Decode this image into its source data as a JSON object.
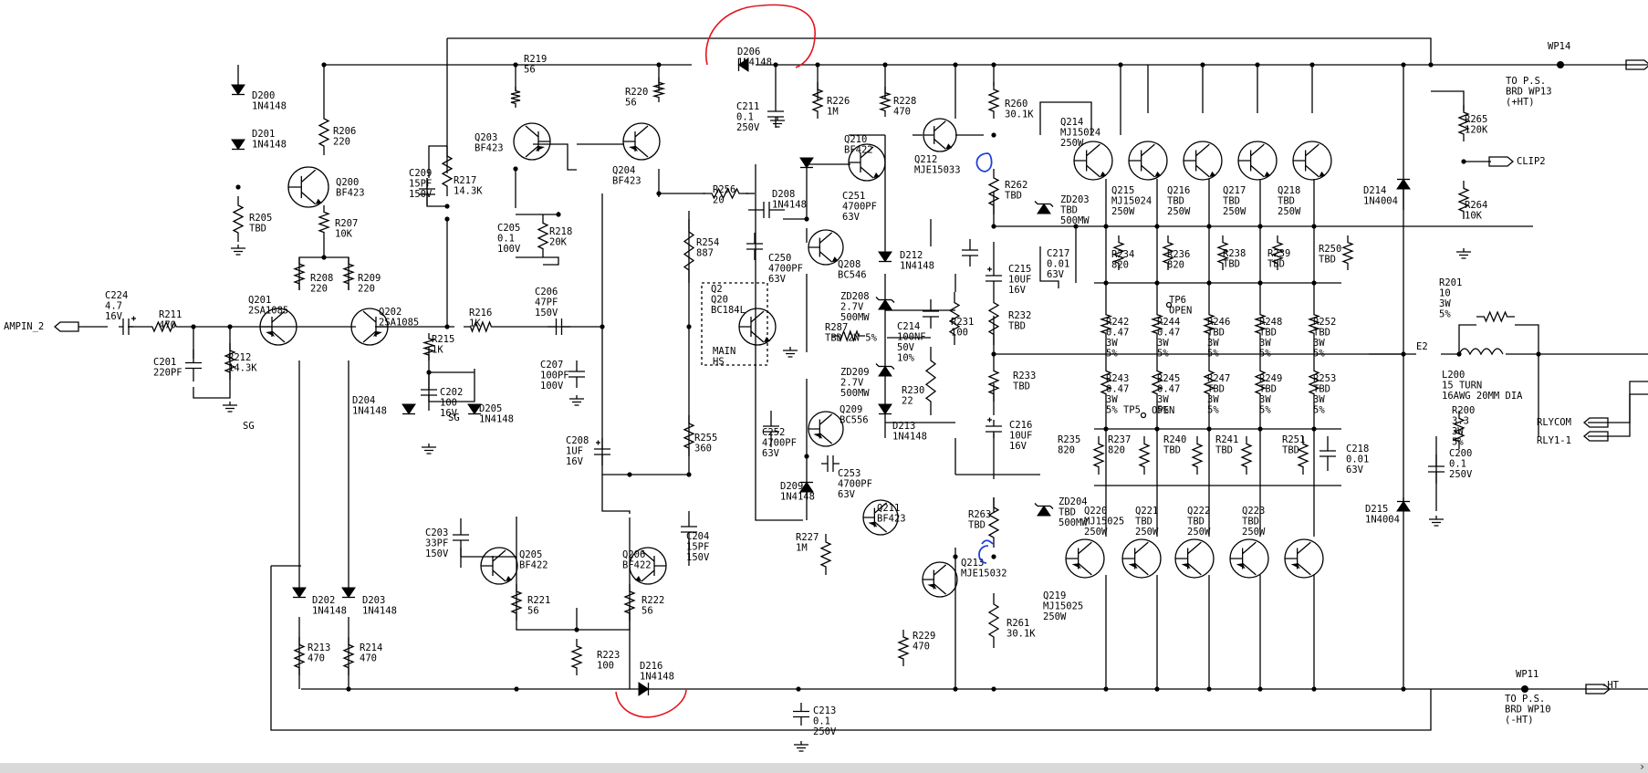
{
  "labels": [
    [
      "D206",
      "1N4148"
    ],
    [
      "WP14"
    ],
    [
      "TO P.S.",
      "BRD WP13",
      "(+HT)"
    ],
    [
      "R219",
      "56"
    ],
    [
      "R220",
      "56"
    ],
    [
      "R226",
      "1M"
    ],
    [
      "R228",
      "470"
    ],
    [
      "R260",
      "30.1K"
    ],
    [
      "C211",
      "0.1",
      "250V"
    ],
    [
      "D200",
      "1N4148"
    ],
    [
      "D201",
      "1N4148"
    ],
    [
      "R206",
      "220"
    ],
    [
      "Q203",
      "BF423"
    ],
    [
      "Q204",
      "BF423"
    ],
    [
      "Q210",
      "BF422"
    ],
    [
      "Q212",
      "MJE15033"
    ],
    [
      "Q214",
      "MJ15024",
      "250W"
    ],
    [
      "Q215",
      "MJ15024",
      "250W"
    ],
    [
      "Q216",
      "TBD",
      "250W"
    ],
    [
      "Q217",
      "TBD",
      "250W"
    ],
    [
      "Q218",
      "TBD",
      "250W"
    ],
    [
      "R265",
      "120K"
    ],
    [
      "CLIP2"
    ],
    [
      "R264",
      "10K"
    ],
    [
      "D214",
      "1N4004"
    ],
    [
      "Q200",
      "BF423"
    ],
    [
      "R205",
      "TBD"
    ],
    [
      "R207",
      "10K"
    ],
    [
      "C209",
      "15PF",
      "150V"
    ],
    [
      "R217",
      "14.3K"
    ],
    [
      "R256",
      "20"
    ],
    [
      "D208",
      "1N4148"
    ],
    [
      "C251",
      "4700PF",
      "63V"
    ],
    [
      "R262",
      "TBD"
    ],
    [
      "ZD203",
      "TBD",
      "500MW"
    ],
    [
      "C205",
      "0.1",
      "100V"
    ],
    [
      "R218",
      "20K"
    ],
    [
      "R254",
      "887"
    ],
    [
      "C250",
      "4700PF",
      "63V"
    ],
    [
      "Q208",
      "BC546"
    ],
    [
      "D212",
      "1N4148"
    ],
    [
      "C217",
      "0.01",
      "63V"
    ],
    [
      "R234",
      "820"
    ],
    [
      "R236",
      "820"
    ],
    [
      "R238",
      "TBD"
    ],
    [
      "R239",
      "TBD"
    ],
    [
      "R250",
      "TBD"
    ],
    [
      "C215",
      "10UF",
      "16V"
    ],
    [
      "TP6",
      "OPEN"
    ],
    [
      "R208",
      "220"
    ],
    [
      "R209",
      "220"
    ],
    [
      "C224",
      "4.7",
      "16V"
    ],
    [
      "R211",
      "470"
    ],
    [
      "Q201",
      "2SA1085"
    ],
    [
      "Q202",
      "2SA1085"
    ],
    [
      "AMPIN_2"
    ],
    [
      "R216",
      "1K"
    ],
    [
      "C206",
      "47PF",
      "150V"
    ],
    [
      "Q2",
      "Q20",
      "BC184L"
    ],
    [
      "MAIN",
      "HS"
    ],
    [
      "ZD208",
      "2.7V",
      "500MW"
    ],
    [
      "R287",
      "TBD 2W 5%"
    ],
    [
      "C214",
      "100NF",
      "50V",
      "10%"
    ],
    [
      "R231",
      "100"
    ],
    [
      "R232",
      "TBD"
    ],
    [
      "R242",
      "0.47",
      "3W",
      "5%"
    ],
    [
      "R244",
      "0.47",
      "3W",
      "5%"
    ],
    [
      "R246",
      "TBD",
      "3W",
      "5%"
    ],
    [
      "R248",
      "TBD",
      "3W",
      "5%"
    ],
    [
      "R252",
      "TBD",
      "3W",
      "5%"
    ],
    [
      "R201",
      "10",
      "3W",
      "5%"
    ],
    [
      "E2"
    ],
    [
      "L200",
      "15 TURN",
      "16AWG 20MM DIA"
    ],
    [
      "C201",
      "220PF"
    ],
    [
      "R212",
      "14.3K"
    ],
    [
      "SG"
    ],
    [
      "R215",
      "1K"
    ],
    [
      "C207",
      "100PF",
      "100V"
    ],
    [
      "ZD209",
      "2.7V",
      "500MW"
    ],
    [
      "R233",
      "TBD"
    ],
    [
      "R243",
      "0.47",
      "3W",
      "5% TP5"
    ],
    [
      "R245",
      "0.47",
      "3W",
      "5%"
    ],
    [
      "R247",
      "TBD",
      "3W",
      "5%"
    ],
    [
      "R249",
      "TBD",
      "3W",
      "5%"
    ],
    [
      "R253",
      "TBD",
      "3W",
      "5%"
    ],
    [
      "D204",
      "1N4148"
    ],
    [
      "C202",
      "100",
      "16V"
    ],
    [
      "D205",
      "1N4148"
    ],
    [
      "SG"
    ],
    [
      "R230",
      "22"
    ],
    [
      "OPEN"
    ],
    [
      "R255",
      "360"
    ],
    [
      "Q209",
      "BC556"
    ],
    [
      "D213",
      "1N4148"
    ],
    [
      "C216",
      "10UF",
      "16V"
    ],
    [
      "R200",
      "3.3",
      "3W",
      "5%"
    ],
    [
      "R235",
      "820"
    ],
    [
      "R237",
      "820"
    ],
    [
      "R240",
      "TBD"
    ],
    [
      "R241",
      "TBD"
    ],
    [
      "R251",
      "TBD"
    ],
    [
      "C218",
      "0.01",
      "63V"
    ],
    [
      "RLYCOM"
    ],
    [
      "RLY1-1"
    ],
    [
      "C208",
      "1UF",
      "16V"
    ],
    [
      "C252",
      "4700PF",
      "63V"
    ],
    [
      "C253",
      "4700PF",
      "63V"
    ],
    [
      "C200",
      "0.1",
      "250V"
    ],
    [
      "D209",
      "1N4148"
    ],
    [
      "ZD204",
      "TBD",
      "500MW"
    ],
    [
      "Q211",
      "BF423"
    ],
    [
      "R263",
      "TBD"
    ],
    [
      "D215",
      "1N4004"
    ],
    [
      "Q220",
      "MJ15025",
      "250W"
    ],
    [
      "Q221",
      "TBD",
      "250W"
    ],
    [
      "Q222",
      "TBD",
      "250W"
    ],
    [
      "Q223",
      "TBD",
      "250W"
    ],
    [
      "C203",
      "33PF",
      "150V"
    ],
    [
      "Q205",
      "BF422"
    ],
    [
      "Q206",
      "BF422"
    ],
    [
      "C204",
      "15PF",
      "150V"
    ],
    [
      "R227",
      "1M"
    ],
    [
      "Q213",
      "MJE15032"
    ],
    [
      "Q219",
      "MJ15025",
      "250W"
    ],
    [
      "D202",
      "1N4148"
    ],
    [
      "D203",
      "1N4148"
    ],
    [
      "R221",
      "56"
    ],
    [
      "R222",
      "56"
    ],
    [
      "R261",
      "30.1K"
    ],
    [
      "R229",
      "470"
    ],
    [
      "R213",
      "470"
    ],
    [
      "R214",
      "470"
    ],
    [
      "R223",
      "100"
    ],
    [
      "D216",
      "1N4148"
    ],
    [
      "WP11"
    ],
    [
      "-HT"
    ],
    [
      "TO P.S.",
      "BRD WP10",
      "(-HT)"
    ],
    [
      "C213",
      "0.1",
      "250V"
    ]
  ],
  "scroll_arrow": "›"
}
